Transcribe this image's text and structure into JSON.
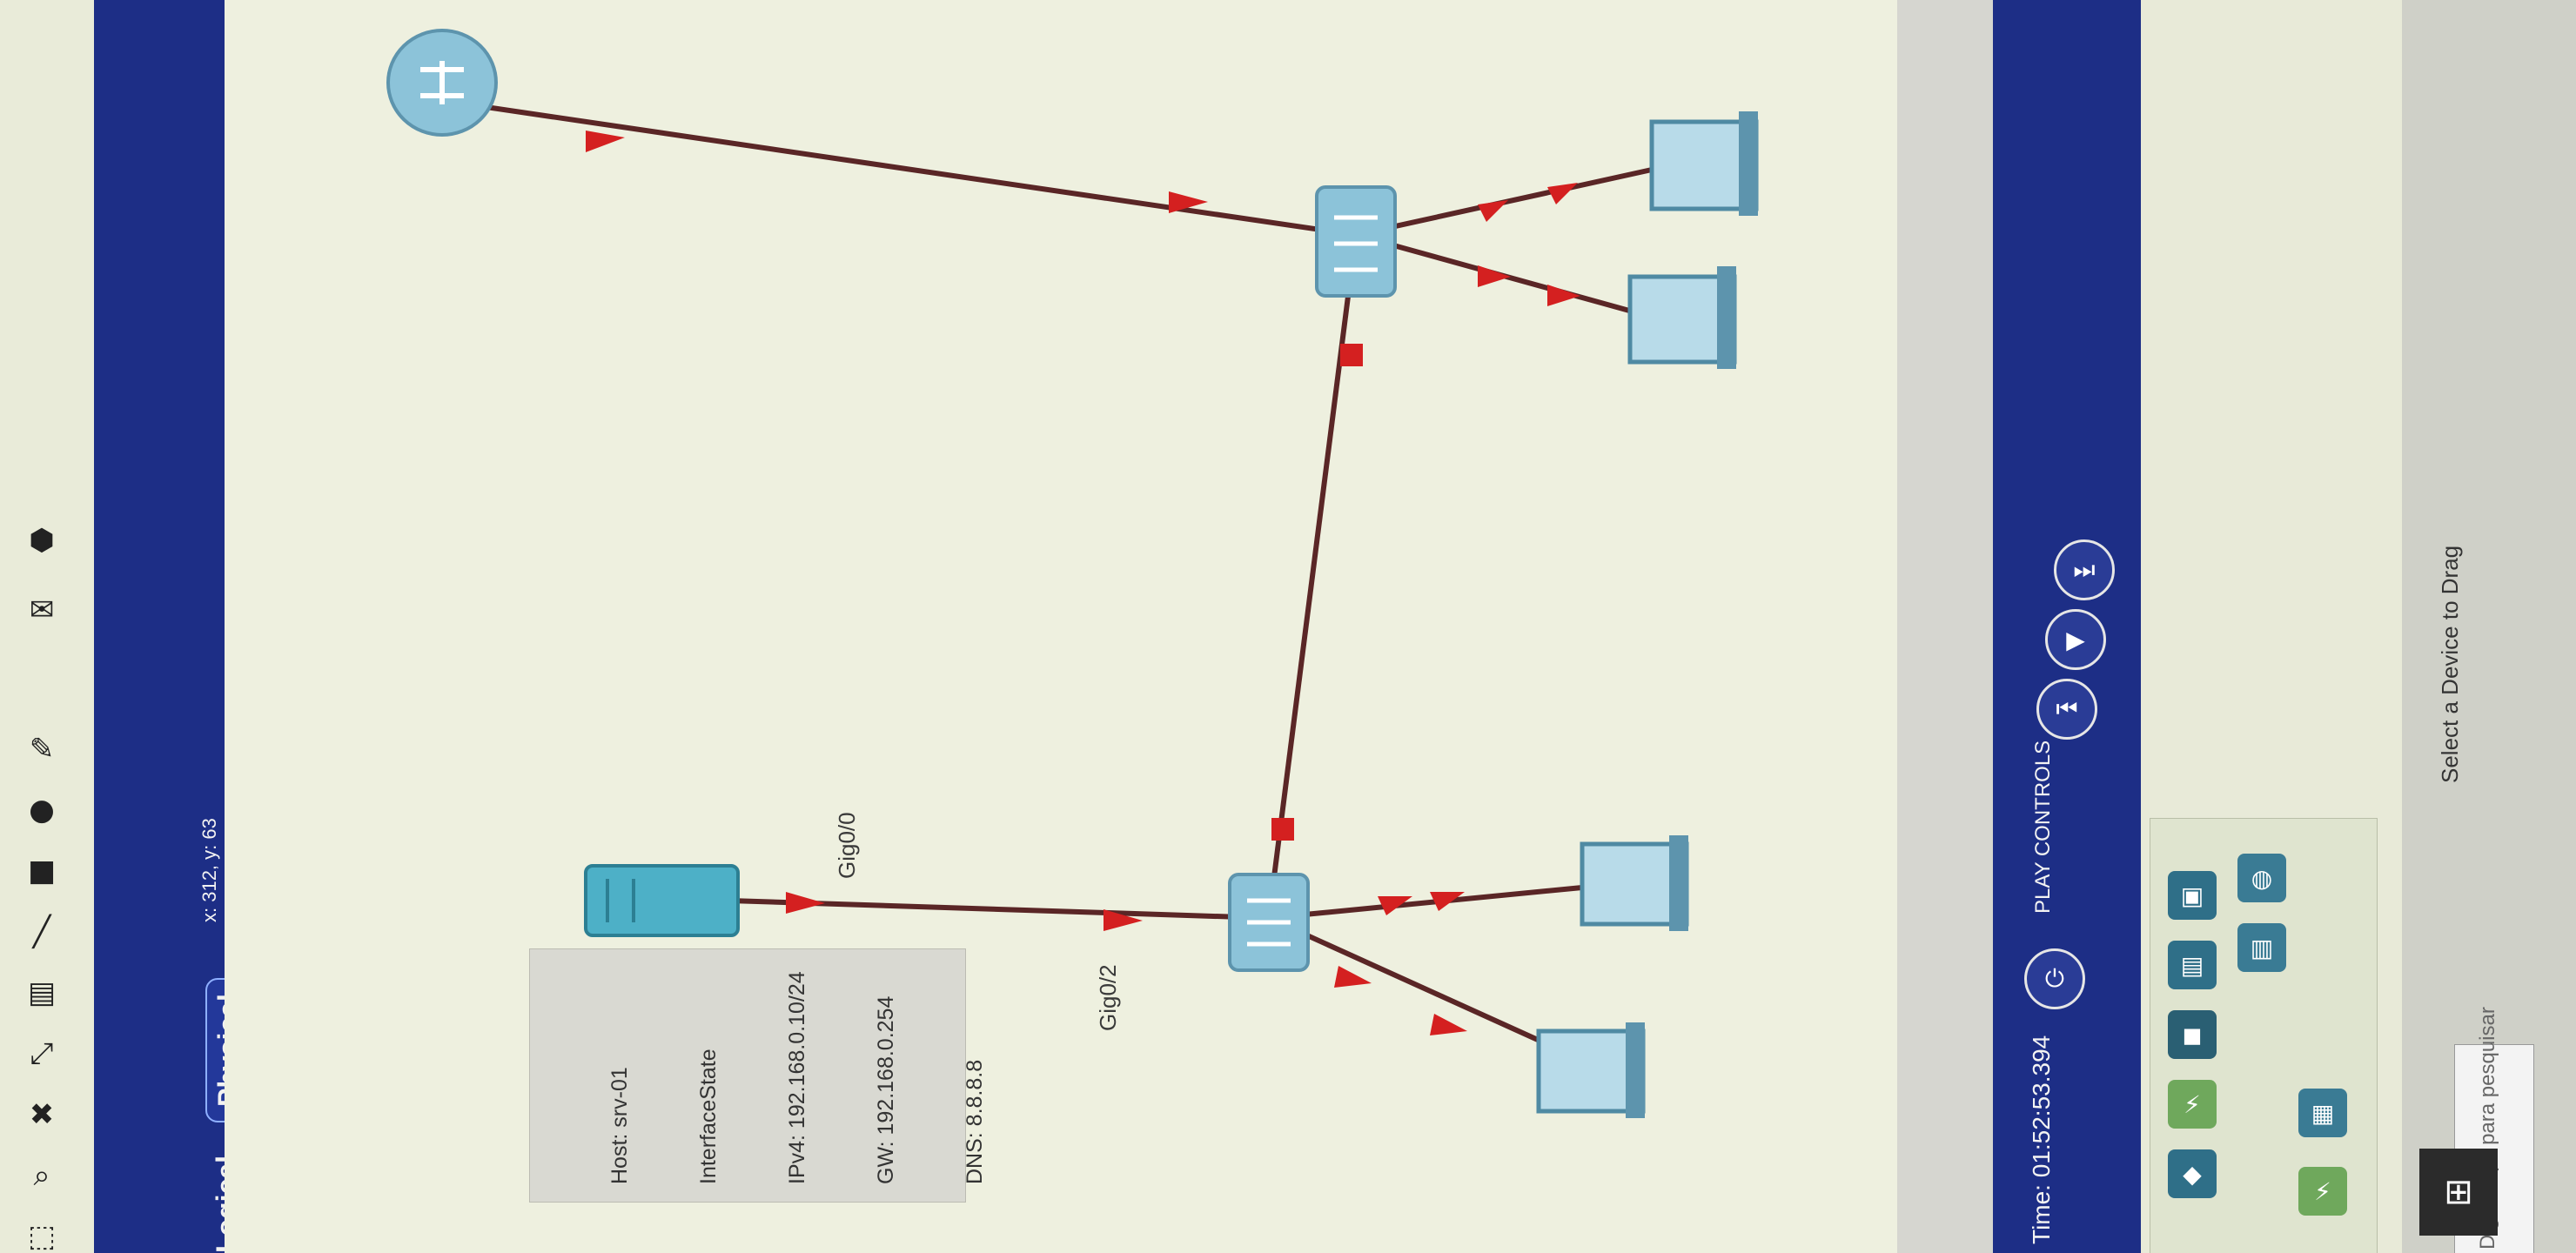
{
  "toolbar": {
    "icons": [
      "select-icon",
      "search-icon",
      "delete-icon",
      "resize-icon",
      "note-icon",
      "line-icon",
      "rectangle-icon",
      "ellipse-icon",
      "freeform-icon",
      "pdu-icon",
      "complex-pdu-icon"
    ]
  },
  "tabs": {
    "logical": "Logical",
    "physical": "Physical",
    "coords": "x: 312, y: 63"
  },
  "topology": {
    "labels": {
      "router_port": "Gig0/0",
      "switch_port": "Gig0/2"
    },
    "info": [
      "Host: srv-01",
      "InterfaceState",
      "IPv4: 192.168.0.10/24",
      "GW: 192.168.0.254",
      "DNS: 8.8.8.8"
    ]
  },
  "play_controls": {
    "time": "Time: 01:52:53.394",
    "label": "PLAY CONTROLS"
  },
  "right_panel": {
    "select_hint": "Select a Device to Drag",
    "search_placeholder": "Digite aqui para pesquisar"
  },
  "colors": {
    "toolbar_blue": "#1d2e86",
    "link": "#5a2626",
    "arrow": "#d42020",
    "device": "#7fb8d6"
  }
}
